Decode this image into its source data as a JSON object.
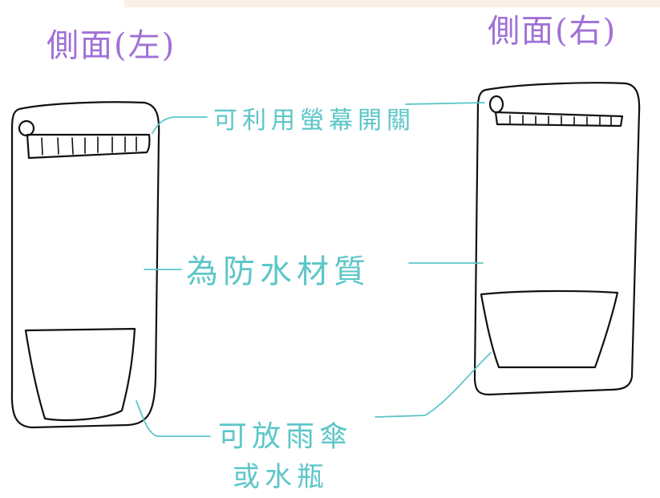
{
  "colors": {
    "title": "#a070d6",
    "annotation": "#5cc6c8",
    "ink": "#111111",
    "top_strip": "#fcefe6"
  },
  "titles": {
    "left": "側面(左)",
    "right": "側面(右)"
  },
  "annotations": {
    "screen_switch": "可利用螢幕開關",
    "waterproof": "為防水材質",
    "umbrella_line1": "可放雨傘",
    "umbrella_line2": "或水瓶"
  }
}
